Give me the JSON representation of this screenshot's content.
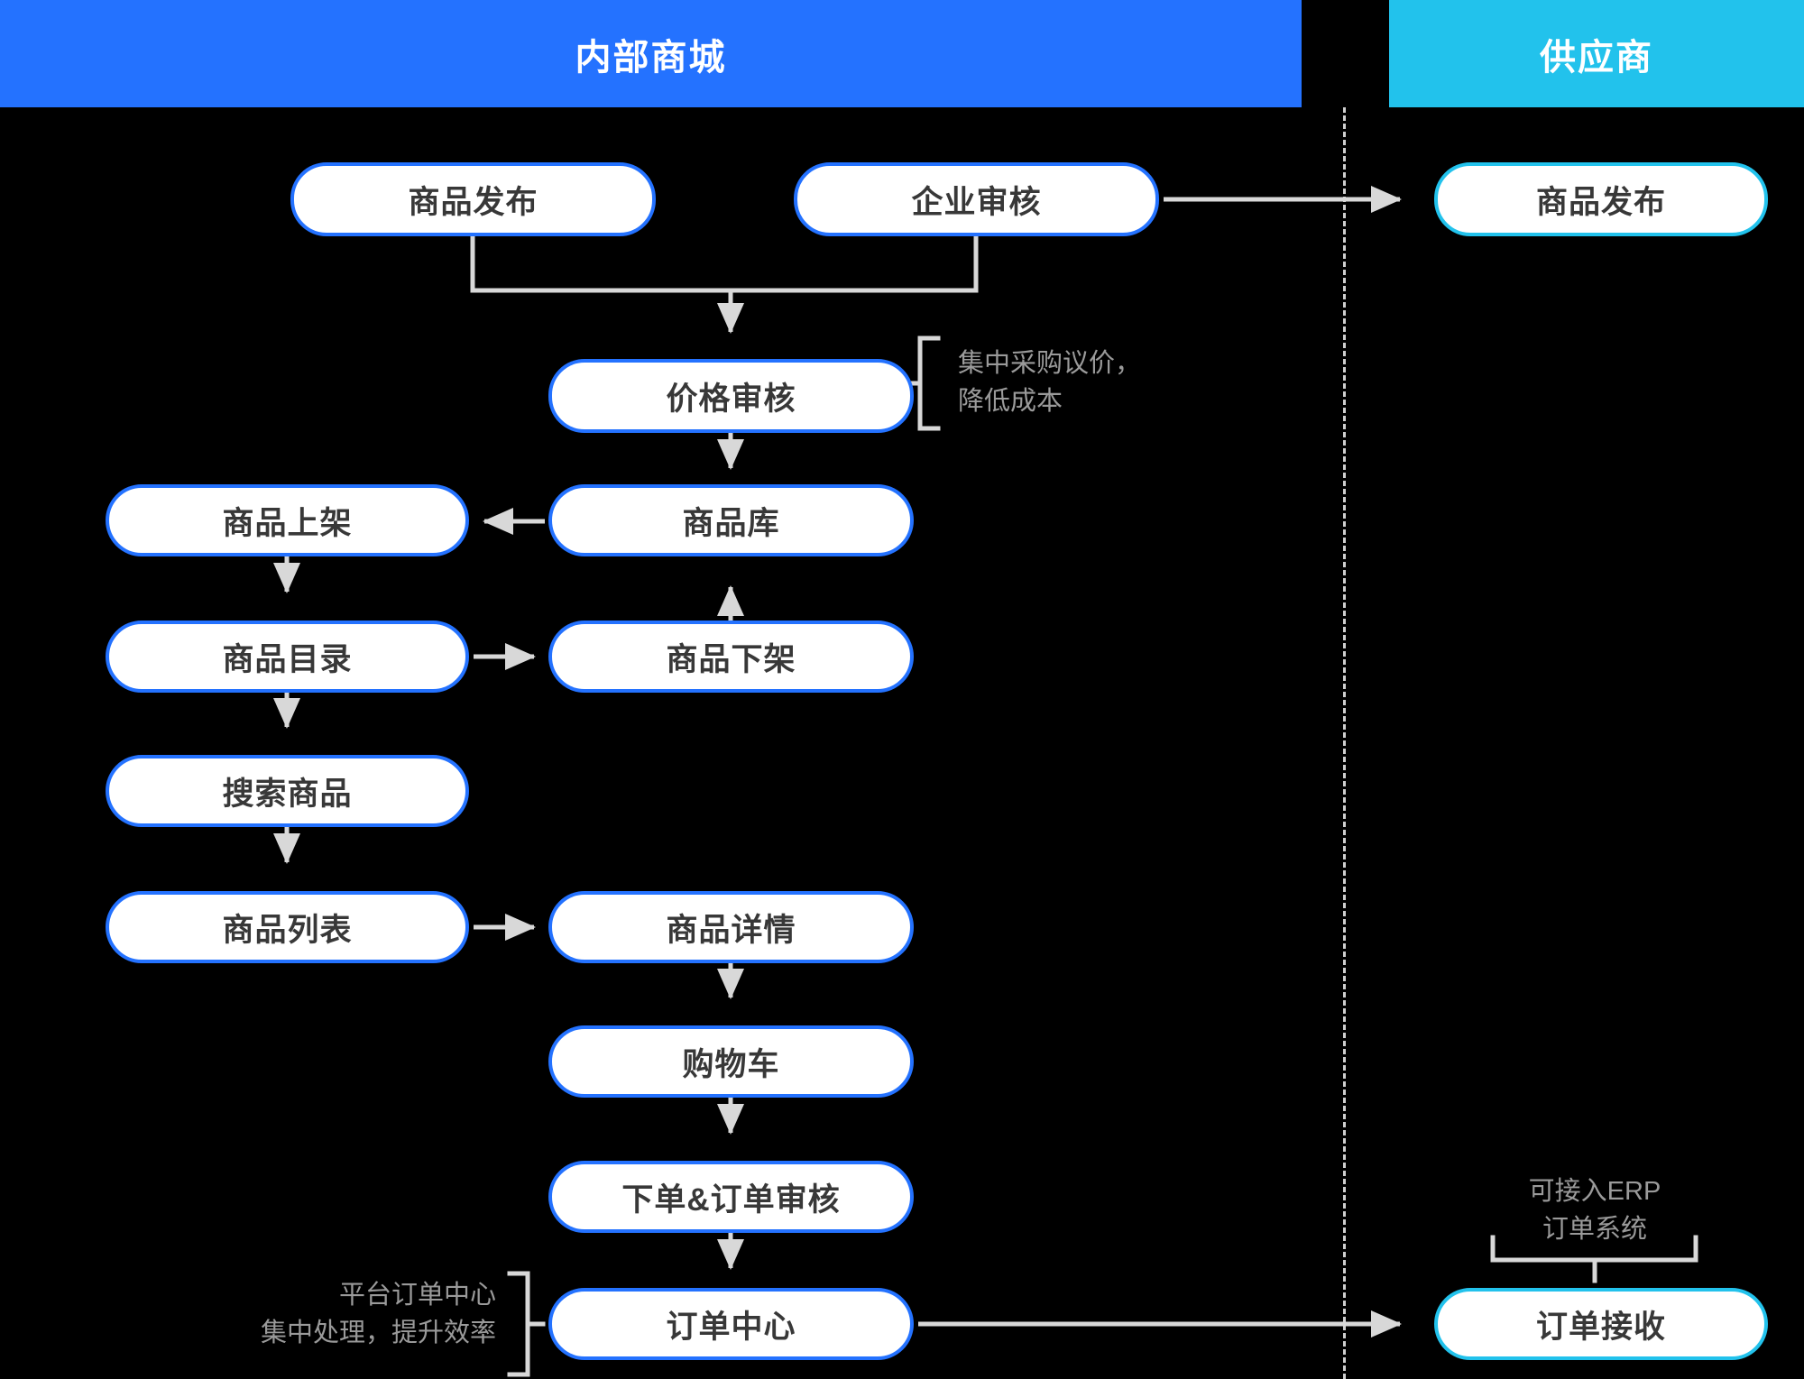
{
  "lanes": [
    {
      "id": "internal",
      "title": "内部商城",
      "color": "#2472ff"
    },
    {
      "id": "supplier",
      "title": "供应商",
      "color": "#22c2ec"
    }
  ],
  "nodes": {
    "product_publish_internal": "商品发布",
    "enterprise_review": "企业审核",
    "price_review": "价格审核",
    "product_library": "商品库",
    "product_on_shelf": "商品上架",
    "product_off_shelf": "商品下架",
    "product_catalog": "商品目录",
    "search_product": "搜索商品",
    "product_list": "商品列表",
    "product_detail": "商品详情",
    "shopping_cart": "购物车",
    "place_order_review": "下单&订单审核",
    "order_center": "订单中心",
    "product_publish_supplier": "商品发布",
    "order_receive": "订单接收"
  },
  "annotations": {
    "price_review_note": "集中采购议价，\n降低成本",
    "order_center_note": "平台订单中心\n集中处理，提升效率",
    "erp_note": "可接入ERP\n订单系统"
  },
  "colors": {
    "lane_internal": "#2472ff",
    "lane_supplier": "#22c2ec",
    "background": "#000000",
    "node_fill": "#ffffff",
    "node_text": "#383838",
    "connector": "#d8d8d8",
    "annotation_text": "#9a9a9a",
    "divider": "#cfcfcf"
  },
  "chart_data": {
    "type": "diagram",
    "title": "内部商城与供应商流程图",
    "diagram_kind": "flowchart",
    "lanes": [
      "内部商城",
      "供应商"
    ],
    "nodes": [
      {
        "id": "product_publish_internal",
        "label": "商品发布",
        "lane": "内部商城"
      },
      {
        "id": "enterprise_review",
        "label": "企业审核",
        "lane": "内部商城"
      },
      {
        "id": "price_review",
        "label": "价格审核",
        "lane": "内部商城"
      },
      {
        "id": "product_library",
        "label": "商品库",
        "lane": "内部商城"
      },
      {
        "id": "product_on_shelf",
        "label": "商品上架",
        "lane": "内部商城"
      },
      {
        "id": "product_off_shelf",
        "label": "商品下架",
        "lane": "内部商城"
      },
      {
        "id": "product_catalog",
        "label": "商品目录",
        "lane": "内部商城"
      },
      {
        "id": "search_product",
        "label": "搜索商品",
        "lane": "内部商城"
      },
      {
        "id": "product_list",
        "label": "商品列表",
        "lane": "内部商城"
      },
      {
        "id": "product_detail",
        "label": "商品详情",
        "lane": "内部商城"
      },
      {
        "id": "shopping_cart",
        "label": "购物车",
        "lane": "内部商城"
      },
      {
        "id": "place_order_review",
        "label": "下单&订单审核",
        "lane": "内部商城"
      },
      {
        "id": "order_center",
        "label": "订单中心",
        "lane": "内部商城"
      },
      {
        "id": "product_publish_supplier",
        "label": "商品发布",
        "lane": "供应商"
      },
      {
        "id": "order_receive",
        "label": "订单接收",
        "lane": "供应商"
      }
    ],
    "edges": [
      {
        "from": "product_publish_internal",
        "to": "price_review"
      },
      {
        "from": "enterprise_review",
        "to": "price_review"
      },
      {
        "from": "enterprise_review",
        "to": "product_publish_supplier"
      },
      {
        "from": "price_review",
        "to": "product_library"
      },
      {
        "from": "product_library",
        "to": "product_on_shelf"
      },
      {
        "from": "product_on_shelf",
        "to": "product_catalog"
      },
      {
        "from": "product_catalog",
        "to": "product_off_shelf"
      },
      {
        "from": "product_off_shelf",
        "to": "product_library"
      },
      {
        "from": "product_catalog",
        "to": "search_product"
      },
      {
        "from": "search_product",
        "to": "product_list"
      },
      {
        "from": "product_list",
        "to": "product_detail"
      },
      {
        "from": "product_detail",
        "to": "shopping_cart"
      },
      {
        "from": "shopping_cart",
        "to": "place_order_review"
      },
      {
        "from": "place_order_review",
        "to": "order_center"
      },
      {
        "from": "order_center",
        "to": "order_receive"
      }
    ],
    "annotations": [
      {
        "target": "price_review",
        "text": "集中采购议价，降低成本",
        "position": "right"
      },
      {
        "target": "order_center",
        "text": "平台订单中心 集中处理，提升效率",
        "position": "left"
      },
      {
        "target": "order_receive",
        "text": "可接入ERP 订单系统",
        "position": "above"
      }
    ]
  }
}
